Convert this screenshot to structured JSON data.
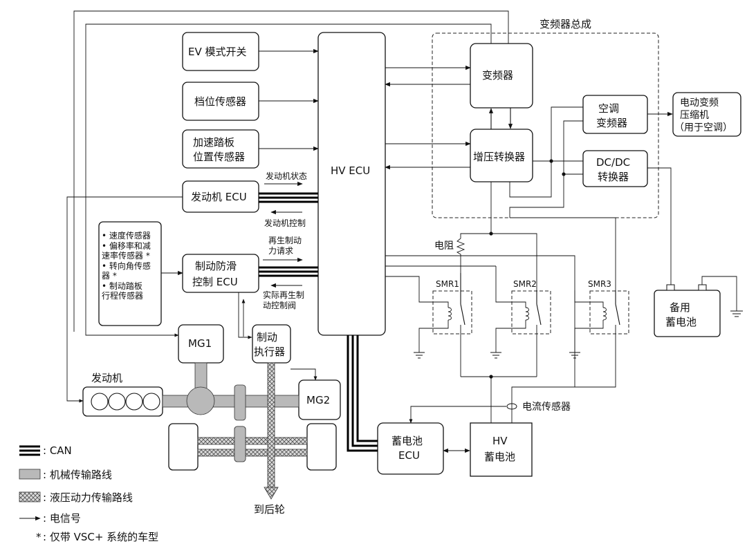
{
  "labels": {
    "inverter_assembly": "变频器总成",
    "ev_switch": "EV 模式开关",
    "shift_sensor": "档位传感器",
    "accel_sensor_1": "加速踏板",
    "accel_sensor_2": "位置传感器",
    "engine_ecu": "发动机 ECU",
    "engine_status": "发动机状态",
    "engine_control": "发动机控制",
    "hv_ecu": "HV ECU",
    "inverter": "变频器",
    "boost_converter": "增压转换器",
    "ac_inverter_1": "空调",
    "ac_inverter_2": "变频器",
    "compressor_1": "电动变频",
    "compressor_2": "压缩机",
    "compressor_3": "（用于空调）",
    "dcdc_1": "DC/DC",
    "dcdc_2": "转换器",
    "sensors_1": "• 速度传感器",
    "sensors_2": "• 偏移率和减",
    "sensors_3": "  速率传感器 *",
    "sensors_4": "• 转向角传感",
    "sensors_5": "  器 *",
    "sensors_6": "• 制动踏板",
    "sensors_7": "  行程传感器",
    "brake_ecu_1": "制动防滑",
    "brake_ecu_2": "控制 ECU",
    "regen_req_1": "再生制动",
    "regen_req_2": "力请求",
    "regen_actual_1": "实际再生制",
    "regen_actual_2": "动控制阀",
    "resistor": "电阻",
    "smr1": "SMR1",
    "smr2": "SMR2",
    "smr3": "SMR3",
    "aux_battery_1": "备用",
    "aux_battery_2": "蓄电池",
    "mg1": "MG1",
    "mg2": "MG2",
    "brake_actuator_1": "制动",
    "brake_actuator_2": "执行器",
    "engine": "发动机",
    "current_sensor": "电流传感器",
    "battery_ecu_1": "蓄电池",
    "battery_ecu_2": "ECU",
    "hv_battery_1": "HV",
    "hv_battery_2": "蓄电池",
    "to_rear_wheels": "到后轮"
  },
  "legend": {
    "can": ": CAN",
    "mech": ": 机械传输路线",
    "hyd": ": 液压动力传输路线",
    "signal": ": 电信号",
    "note_mark": "*",
    "note": ": 仅带 VSC+ 系统的车型"
  }
}
